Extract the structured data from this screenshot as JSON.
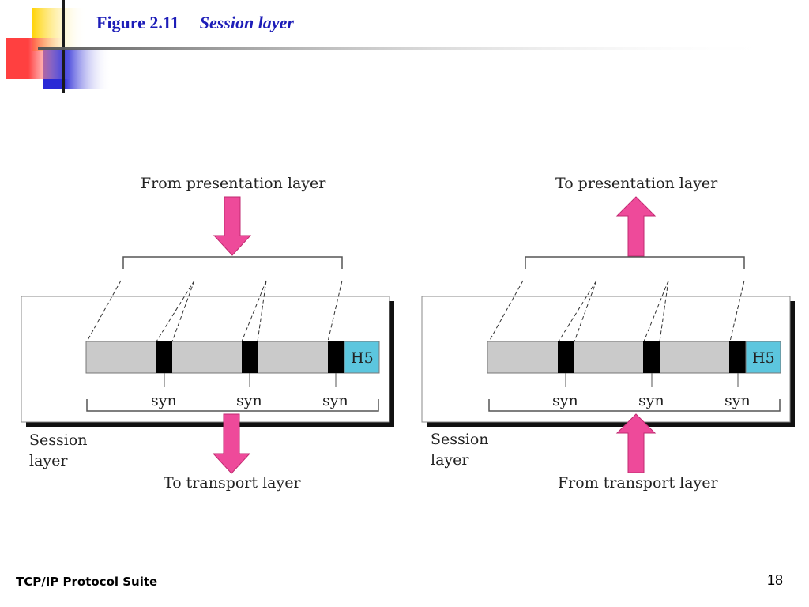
{
  "slide": {
    "figure_number": "Figure 2.11",
    "figure_title": "Session layer",
    "footer": "TCP/IP Protocol Suite",
    "page_number": "18"
  },
  "colors": {
    "title": "#1d1db8",
    "arrow": "#ee4a9a",
    "header": "#5cc6de",
    "data_bar": "#cacaca",
    "sync_point": "#000000",
    "deco_yellow": "#ffd200",
    "deco_red": "#ff4040",
    "deco_blue": "#2929d6"
  },
  "left_diagram": {
    "top_label": "From presentation layer",
    "bottom_label": "To transport layer",
    "layer_name_line1": "Session",
    "layer_name_line2": "layer",
    "header_label": "H5",
    "sync_labels": [
      "syn",
      "syn",
      "syn"
    ]
  },
  "right_diagram": {
    "top_label": "To presentation layer",
    "bottom_label": "From transport layer",
    "layer_name_line1": "Session",
    "layer_name_line2": "layer",
    "header_label": "H5",
    "sync_labels": [
      "syn",
      "syn",
      "syn"
    ]
  }
}
